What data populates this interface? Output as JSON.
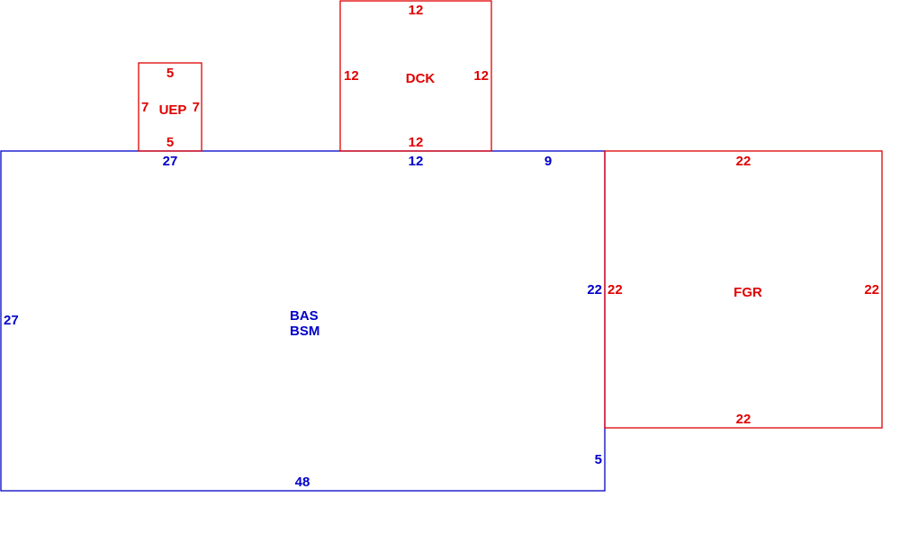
{
  "colors": {
    "primary": "#0000c8",
    "addition": "#e00000",
    "background": "#ffffff"
  },
  "areas": {
    "main": {
      "label_line1": "BAS",
      "label_line2": "BSM",
      "dims": {
        "top_left": "27",
        "top_mid": "12",
        "top_right": "9",
        "left": "27",
        "right_upper": "22",
        "right_lower": "5",
        "bottom": "48"
      }
    },
    "uep": {
      "label": "UEP",
      "dims": {
        "top": "5",
        "bottom": "5",
        "left": "7",
        "right": "7"
      }
    },
    "dck": {
      "label": "DCK",
      "dims": {
        "top": "12",
        "bottom": "12",
        "left": "12",
        "right": "12"
      }
    },
    "fgr": {
      "label": "FGR",
      "dims": {
        "top": "22",
        "bottom": "22",
        "left": "22",
        "right": "22"
      }
    }
  }
}
